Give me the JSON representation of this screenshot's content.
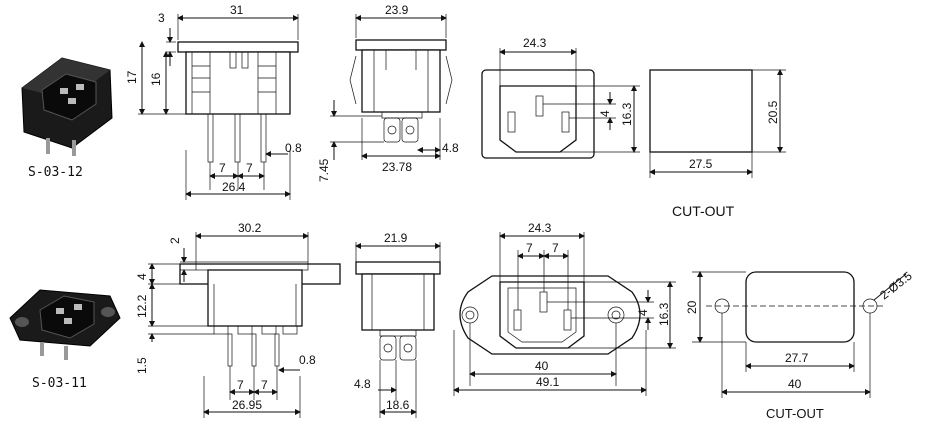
{
  "captions": {
    "model_top": "S-03-12",
    "model_bottom": "S-03-11",
    "cutout_top": "CUT-OUT",
    "cutout_bottom": "CUT-OUT"
  },
  "top_front": {
    "width": "31",
    "flange": "3",
    "height": "17",
    "body": "16",
    "pitch_left": "7",
    "pitch_right": "7",
    "pin": "0.8",
    "pins_span": "26.4"
  },
  "top_side": {
    "width": "23.9",
    "depth": "7.45",
    "base": "23.78",
    "tab": "4.8"
  },
  "top_face": {
    "width": "24.3",
    "pin_gap": "4",
    "height": "16.3"
  },
  "top_cutout": {
    "height": "20.5",
    "width": "27.5"
  },
  "bottom_front": {
    "width": "30.2",
    "flange": "2",
    "step": "4",
    "body": "12.2",
    "pin_len": "1.5",
    "pitch_left": "7",
    "pitch_right": "7",
    "pin": "0.8",
    "pins_span": "26.95"
  },
  "bottom_side": {
    "width": "21.9",
    "tab": "4.8",
    "base": "18.6"
  },
  "bottom_face": {
    "width": "24.3",
    "pitch_left": "7",
    "pitch_right": "7",
    "pin_gap": "4",
    "height": "16.3",
    "hole_span": "40",
    "overall": "49.1"
  },
  "bottom_cutout": {
    "height": "20",
    "holes": "2-Ø3.5",
    "width": "27.7",
    "hole_span": "40"
  }
}
